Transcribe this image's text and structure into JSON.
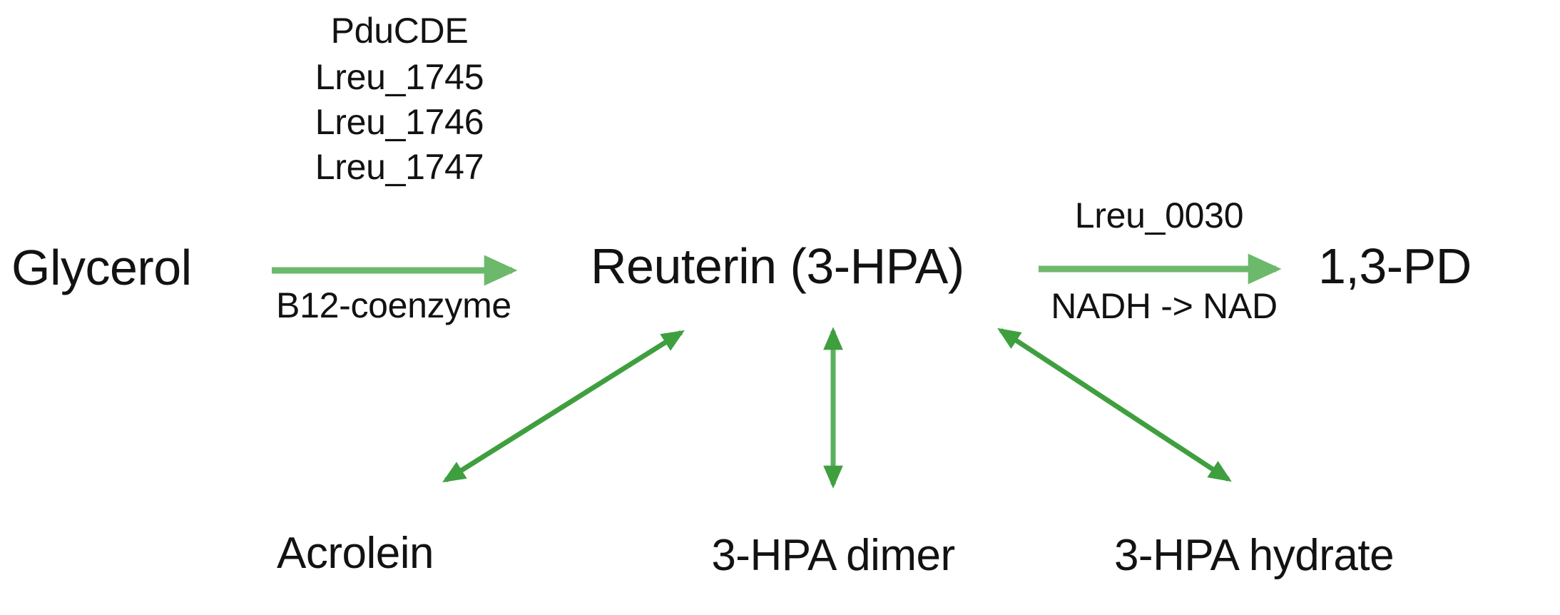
{
  "diagram": {
    "title": "Glycerol to 1,3-PD reuterin pathway",
    "background_color": "#ffffff",
    "text_color": "#121212",
    "arrow_color": "#55ab55",
    "arrow_color_thin": "#4ba44b",
    "nodes": {
      "glycerol": "Glycerol",
      "reuterin": "Reuterin (3-HPA)",
      "propanediol": "1,3-PD",
      "acrolein": "Acrolein",
      "hpa_dimer": "3-HPA dimer",
      "hpa_hydrate": "3-HPA hydrate"
    },
    "enzymes_step1": [
      "PduCDE",
      "Lreu_1745",
      "Lreu_1746",
      "Lreu_1747"
    ],
    "cofactor_step1": "B12-coenzyme",
    "enzyme_step2": "Lreu_0030",
    "cofactor_step2": "NADH -> NAD",
    "edges": [
      {
        "from": "Glycerol",
        "to": "Reuterin (3-HPA)",
        "direction": "forward"
      },
      {
        "from": "Reuterin (3-HPA)",
        "to": "1,3-PD",
        "direction": "forward"
      },
      {
        "from": "Reuterin (3-HPA)",
        "to": "Acrolein",
        "direction": "bidirectional"
      },
      {
        "from": "Reuterin (3-HPA)",
        "to": "3-HPA dimer",
        "direction": "bidirectional"
      },
      {
        "from": "Reuterin (3-HPA)",
        "to": "3-HPA hydrate",
        "direction": "bidirectional"
      }
    ]
  }
}
